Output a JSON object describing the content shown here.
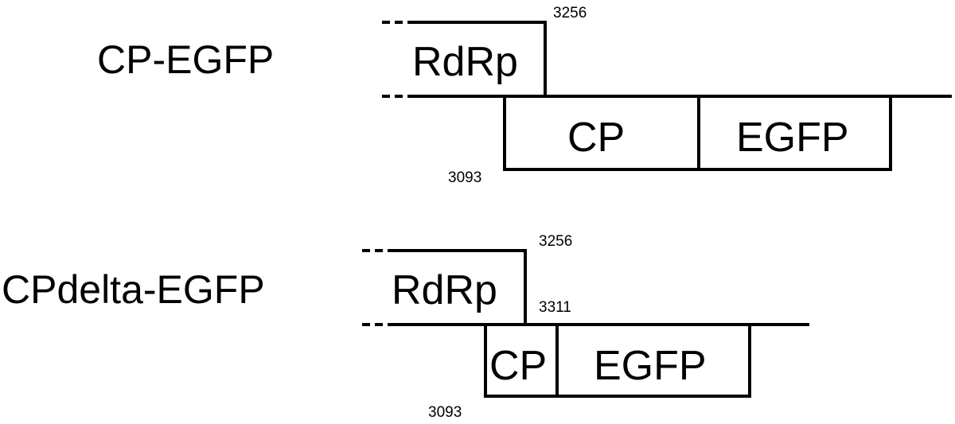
{
  "constructs": [
    {
      "name": "CP-EGFP",
      "rdrp_label": "RdRp",
      "cp_label": "CP",
      "egfp_label": "EGFP",
      "pos_rdrp_end": "3256",
      "pos_cp_start": "3093"
    },
    {
      "name": "CPdelta-EGFP",
      "rdrp_label": "RdRp",
      "cp_label": "CP",
      "egfp_label": "EGFP",
      "pos_rdrp_end": "3256",
      "pos_cp_start": "3093",
      "pos_deletion_end": "3311"
    }
  ],
  "colors": {
    "ink": "#000000",
    "background": "#ffffff"
  }
}
